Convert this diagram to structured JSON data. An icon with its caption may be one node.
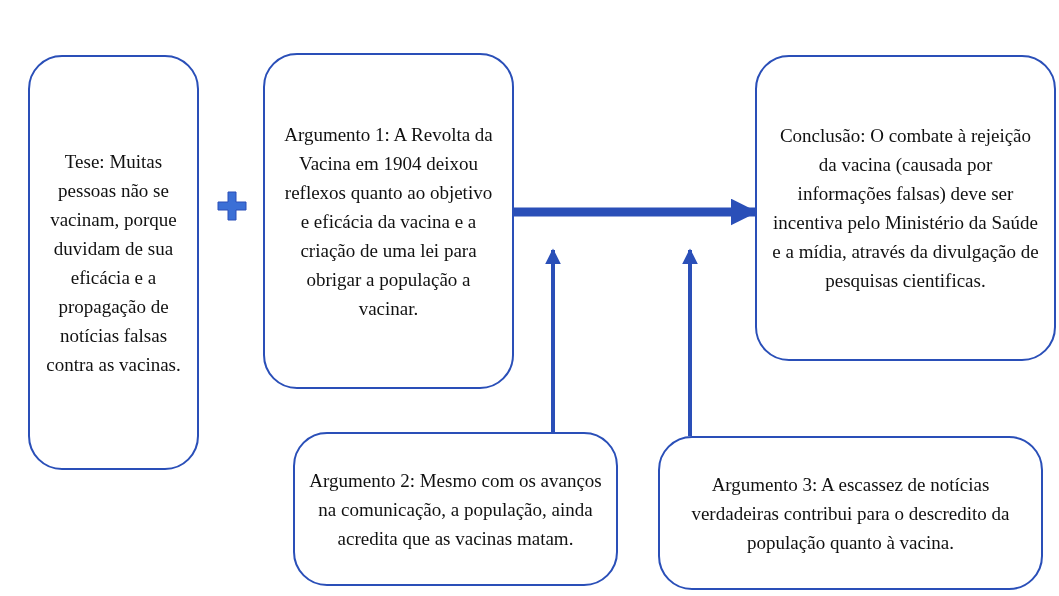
{
  "diagram": {
    "nodes": [
      {
        "text": [
          "Tese: Muitas pessoas não se vacinam, porque duvidam de sua eficácia e a propagação de notícias falsas contra as vacinas."
        ]
      },
      {
        "text": [
          "Argumento 1: A Revolta da Vacina em 1904 deixou reflexos quanto ao objetivo e eficácia da vacina e a criação de uma lei para obrigar a população a vacinar."
        ]
      },
      {
        "text": [
          "Conclusão: O combate à rejeição da vacina (causada por informações falsas) deve ser incentiva pelo Ministério da Saúde e a mídia, através da divulgação de pesquisas cientificas."
        ]
      },
      {
        "text": [
          "Argumento 2: Mesmo com os avanços na comunicação, a população, ainda acredita que as vacinas matam."
        ]
      },
      {
        "text": [
          "Argumento 3: A escassez de notícias verdadeiras contribui para o descredito da população quanto à vacina."
        ]
      }
    ],
    "edges": [
      {
        "from": 1,
        "to": 2,
        "arrow": "to",
        "style": "thick"
      },
      {
        "from": 3,
        "to": null,
        "arrow": "to"
      },
      {
        "from": 4,
        "to": null,
        "arrow": "to"
      }
    ]
  }
}
